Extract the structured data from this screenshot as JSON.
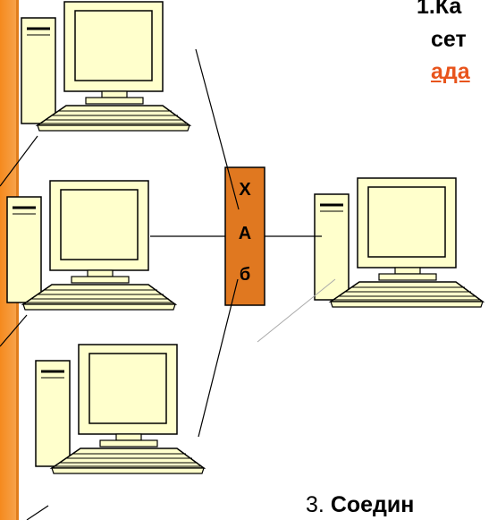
{
  "heading": {
    "line1": "1.Ка",
    "line2": "сет",
    "line3": "ада"
  },
  "hub": {
    "letters": [
      "Х",
      "А",
      "б"
    ],
    "color": "#e07820"
  },
  "step3": {
    "number": "3.",
    "text": "Соедин"
  },
  "colors": {
    "accent_bar": "#f58a1e",
    "computer_fill": "#ffffcc",
    "screen_fill": "#ffffcc",
    "link_red": "#e8541c"
  }
}
